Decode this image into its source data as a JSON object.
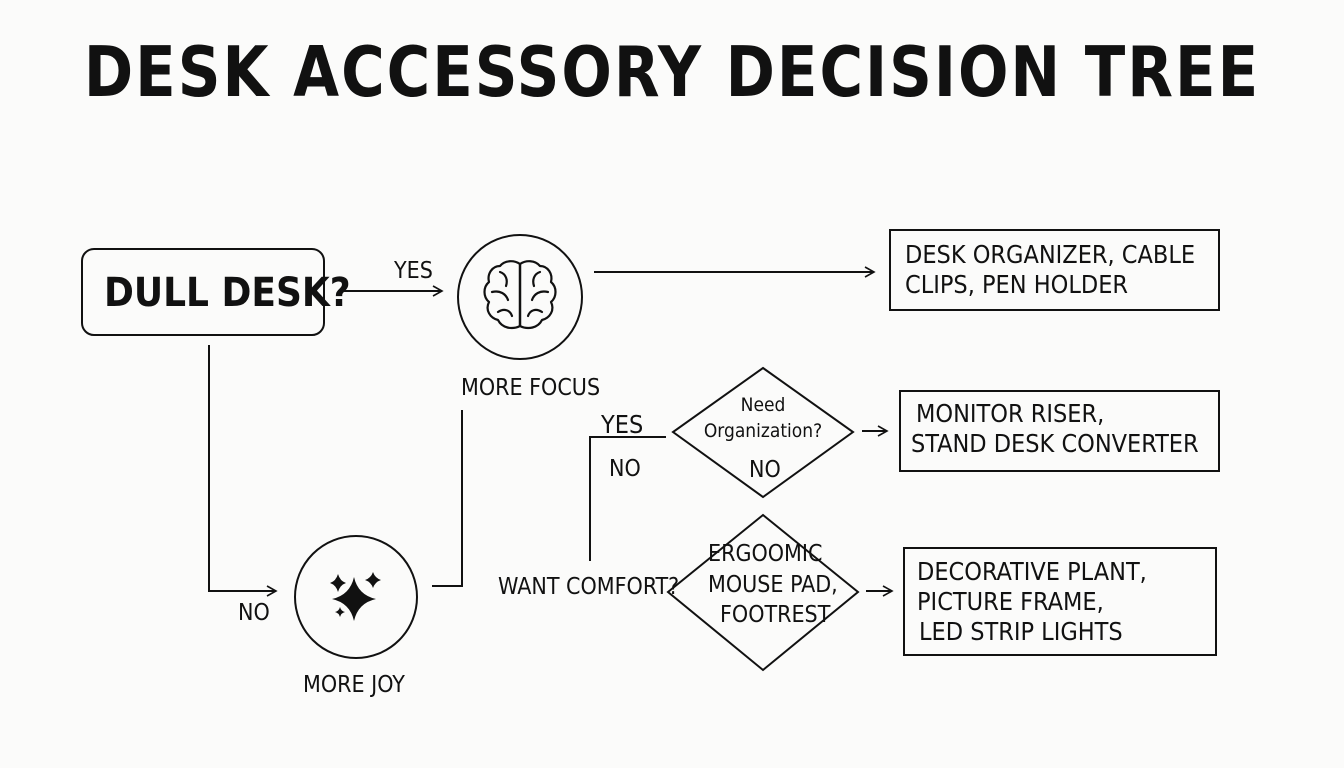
{
  "title": "DESK ACCESSORY DECISION TREE",
  "start": {
    "label": "DULL DESK?"
  },
  "branches": {
    "yes_top": "YES",
    "no_left": "NO",
    "yes_mid": "YES",
    "no_mid": "NO"
  },
  "focus_node": {
    "label": "MORE FOCUS",
    "icon": "brain-icon"
  },
  "joy_node": {
    "label": "MORE JOY",
    "icon": "sparkles-icon"
  },
  "decision_org": {
    "line1": "Need",
    "line2": "Organization?",
    "no": "NO"
  },
  "want_comfort": "WANT COMFORT?",
  "decision_ergo": {
    "line1": "ERGOOMIC",
    "line2": "MOUSE PAD,",
    "line3": "FOOTREST"
  },
  "results": {
    "r1": {
      "line1": "DESK ORGANIZER, CABLE",
      "line2": "CLIPS, PEN HOLDER"
    },
    "r2": {
      "line1": "MONITOR RISER,",
      "line2": "STAND DESK CONVERTER"
    },
    "r3": {
      "line1": "DECORATIVE PLANT,",
      "line2": "PICTURE FRAME,",
      "line3": "LED STRIP LIGHTS"
    }
  }
}
